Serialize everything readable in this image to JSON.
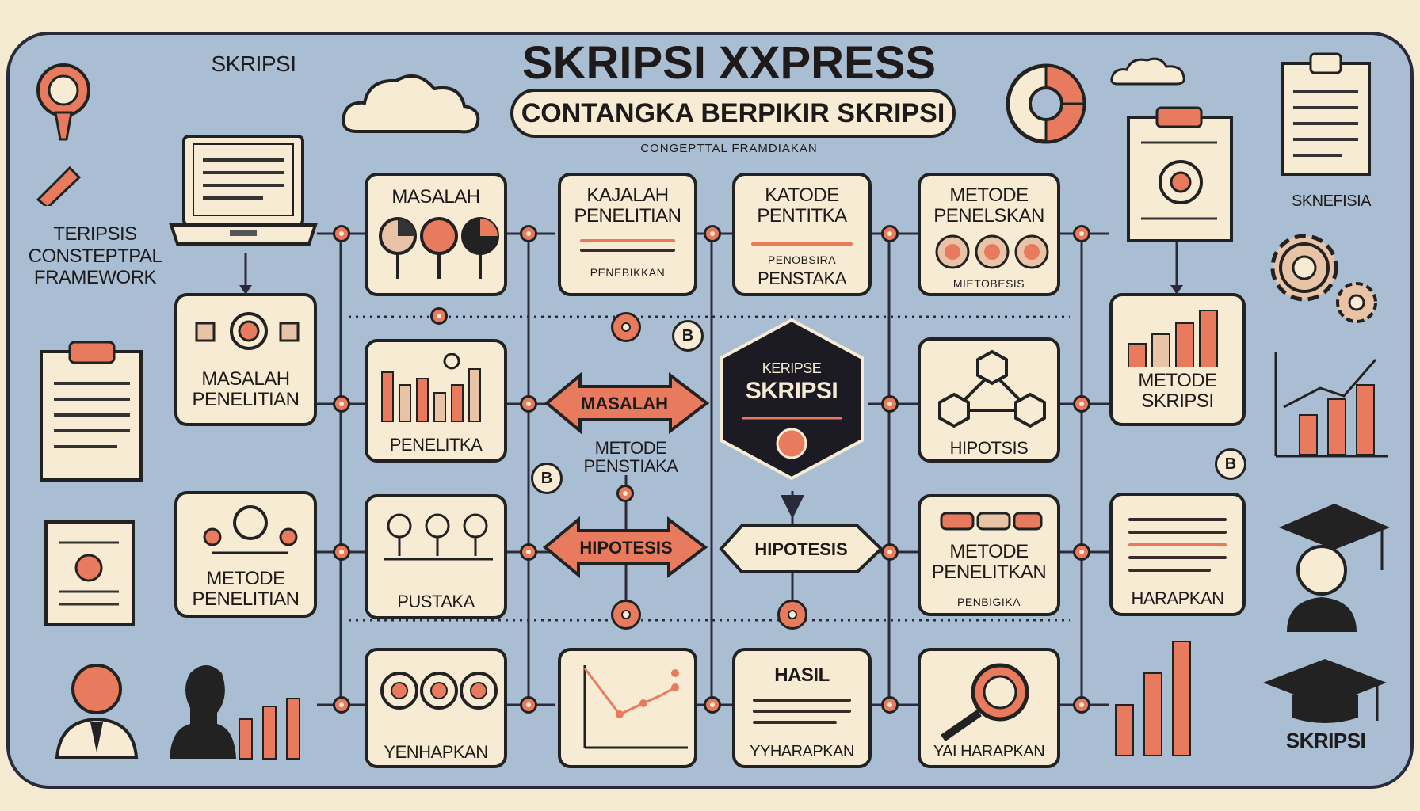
{
  "header": {
    "title": "SKRIPSI XXPRESS",
    "subtitle": "CONTANGKA BERPIKIR SKRIPSI",
    "caption": "CONGEPTTAL FRAMDIAKAN"
  },
  "left_panel": {
    "top_label": "SKRIPSI",
    "framework_label": "TERIPSIS CONSTEPTPAL FRAMEWORK"
  },
  "right_panel": {
    "top_label": "SKNEFISIA",
    "bottom_label": "SKRIPSI"
  },
  "center": {
    "hex_top": "KERIPSE",
    "hex_main": "SKRIPSI",
    "arrow_masalah": "MASALAH",
    "metode_pustaka": "METODE PENSTIAKA",
    "arrow_hipotesis_left": "HIPOTESIS",
    "arrow_hipotesis_right": "HIPOTESIS"
  },
  "cards": {
    "c_masalah_penelitian": "MASALAH PENELITIAN",
    "c_metode_penelitian": "METODE PENELITIAN",
    "c_masalah": "MASALAH",
    "c_peneliitka": "PENELITKA",
    "c_pustaka": "PUSTAKA",
    "c_yenhapkan": "YENHAPKAN",
    "c_kajalah": "KAJALAH PENELITIAN",
    "c_kajalah_small": "PENEBIKKAN",
    "c_katode": "KATODE PENTITKA",
    "c_katode_small": "PENOBSIRA",
    "c_katode_bottom": "PENSTAKA",
    "c_hasil": "HASIL",
    "c_hasil_bottom": "YYHARAPKAN",
    "c_metode_penelskan": "METODE PENELSKAN",
    "c_metode_penelskan_small": "MIETOBESIS",
    "c_hipotsis": "HIPOTSIS",
    "c_metode_penelitkan": "METODE PENELITKAN",
    "c_metode_penelitkan_small": "PENBIGIKA",
    "c_yai": "YAI HARAPKAN",
    "c_metode_skripsi": "METODE SKRIPSI",
    "c_harapkan": "HARAPKAN"
  },
  "badges": {
    "b1": "B",
    "b2": "B",
    "b3": "B"
  },
  "colors": {
    "board": "#a9bdd3",
    "card": "#f7ecd3",
    "accent": "#e87a5d",
    "ink": "#222222",
    "background": "#f4ead2"
  },
  "icons": [
    "cloud-icon",
    "pie-chart-icon",
    "laptop-icon",
    "clipboard-icon",
    "gear-icon",
    "bar-chart-icon",
    "graduation-cap-icon",
    "person-icon",
    "magnifier-icon",
    "network-icon",
    "document-icon",
    "key-icon"
  ]
}
